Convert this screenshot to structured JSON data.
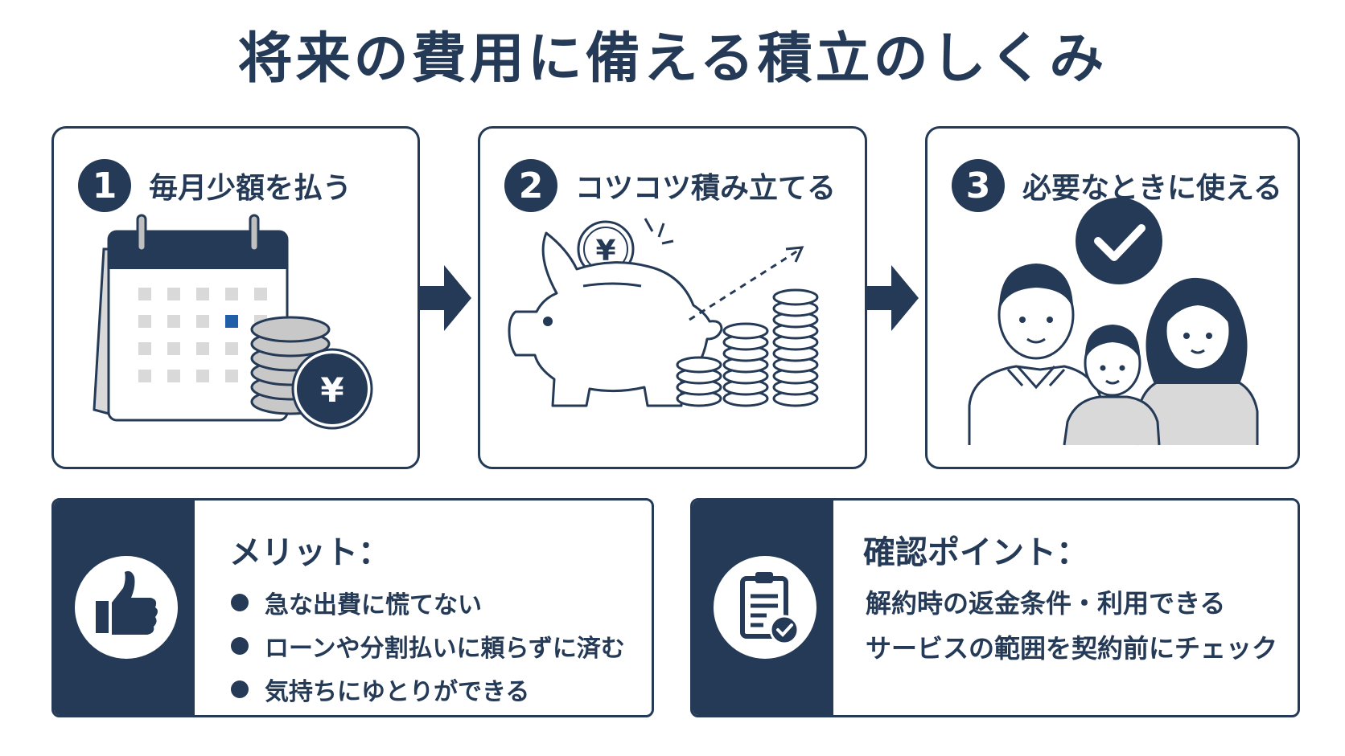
{
  "title": "将来の費用に備える積立のしくみ",
  "steps": [
    {
      "number": "1",
      "label": "毎月少額を払う"
    },
    {
      "number": "2",
      "label": "コツコツ積み立てる"
    },
    {
      "number": "3",
      "label": "必要なときに使える"
    }
  ],
  "icons": {
    "step1": "calendar-with-coins-icon",
    "step2": "piggy-bank-growth-icon",
    "step3": "family-check-icon",
    "merit": "thumbs-up-icon",
    "check": "clipboard-check-icon"
  },
  "currency_symbol": "¥",
  "merit": {
    "title": "メリット：",
    "items": [
      "急な出費に慌てない",
      "ローンや分割払いに頼らずに済む",
      "気持ちにゆとりができる"
    ]
  },
  "check": {
    "title": "確認ポイント：",
    "lines": [
      "解約時の返金条件・利用できる",
      "サービスの範囲を契約前にチェック"
    ]
  },
  "colors": {
    "navy": "#253a56",
    "accent_blue": "#1f5fa8",
    "gray": "#d9d9d9"
  }
}
